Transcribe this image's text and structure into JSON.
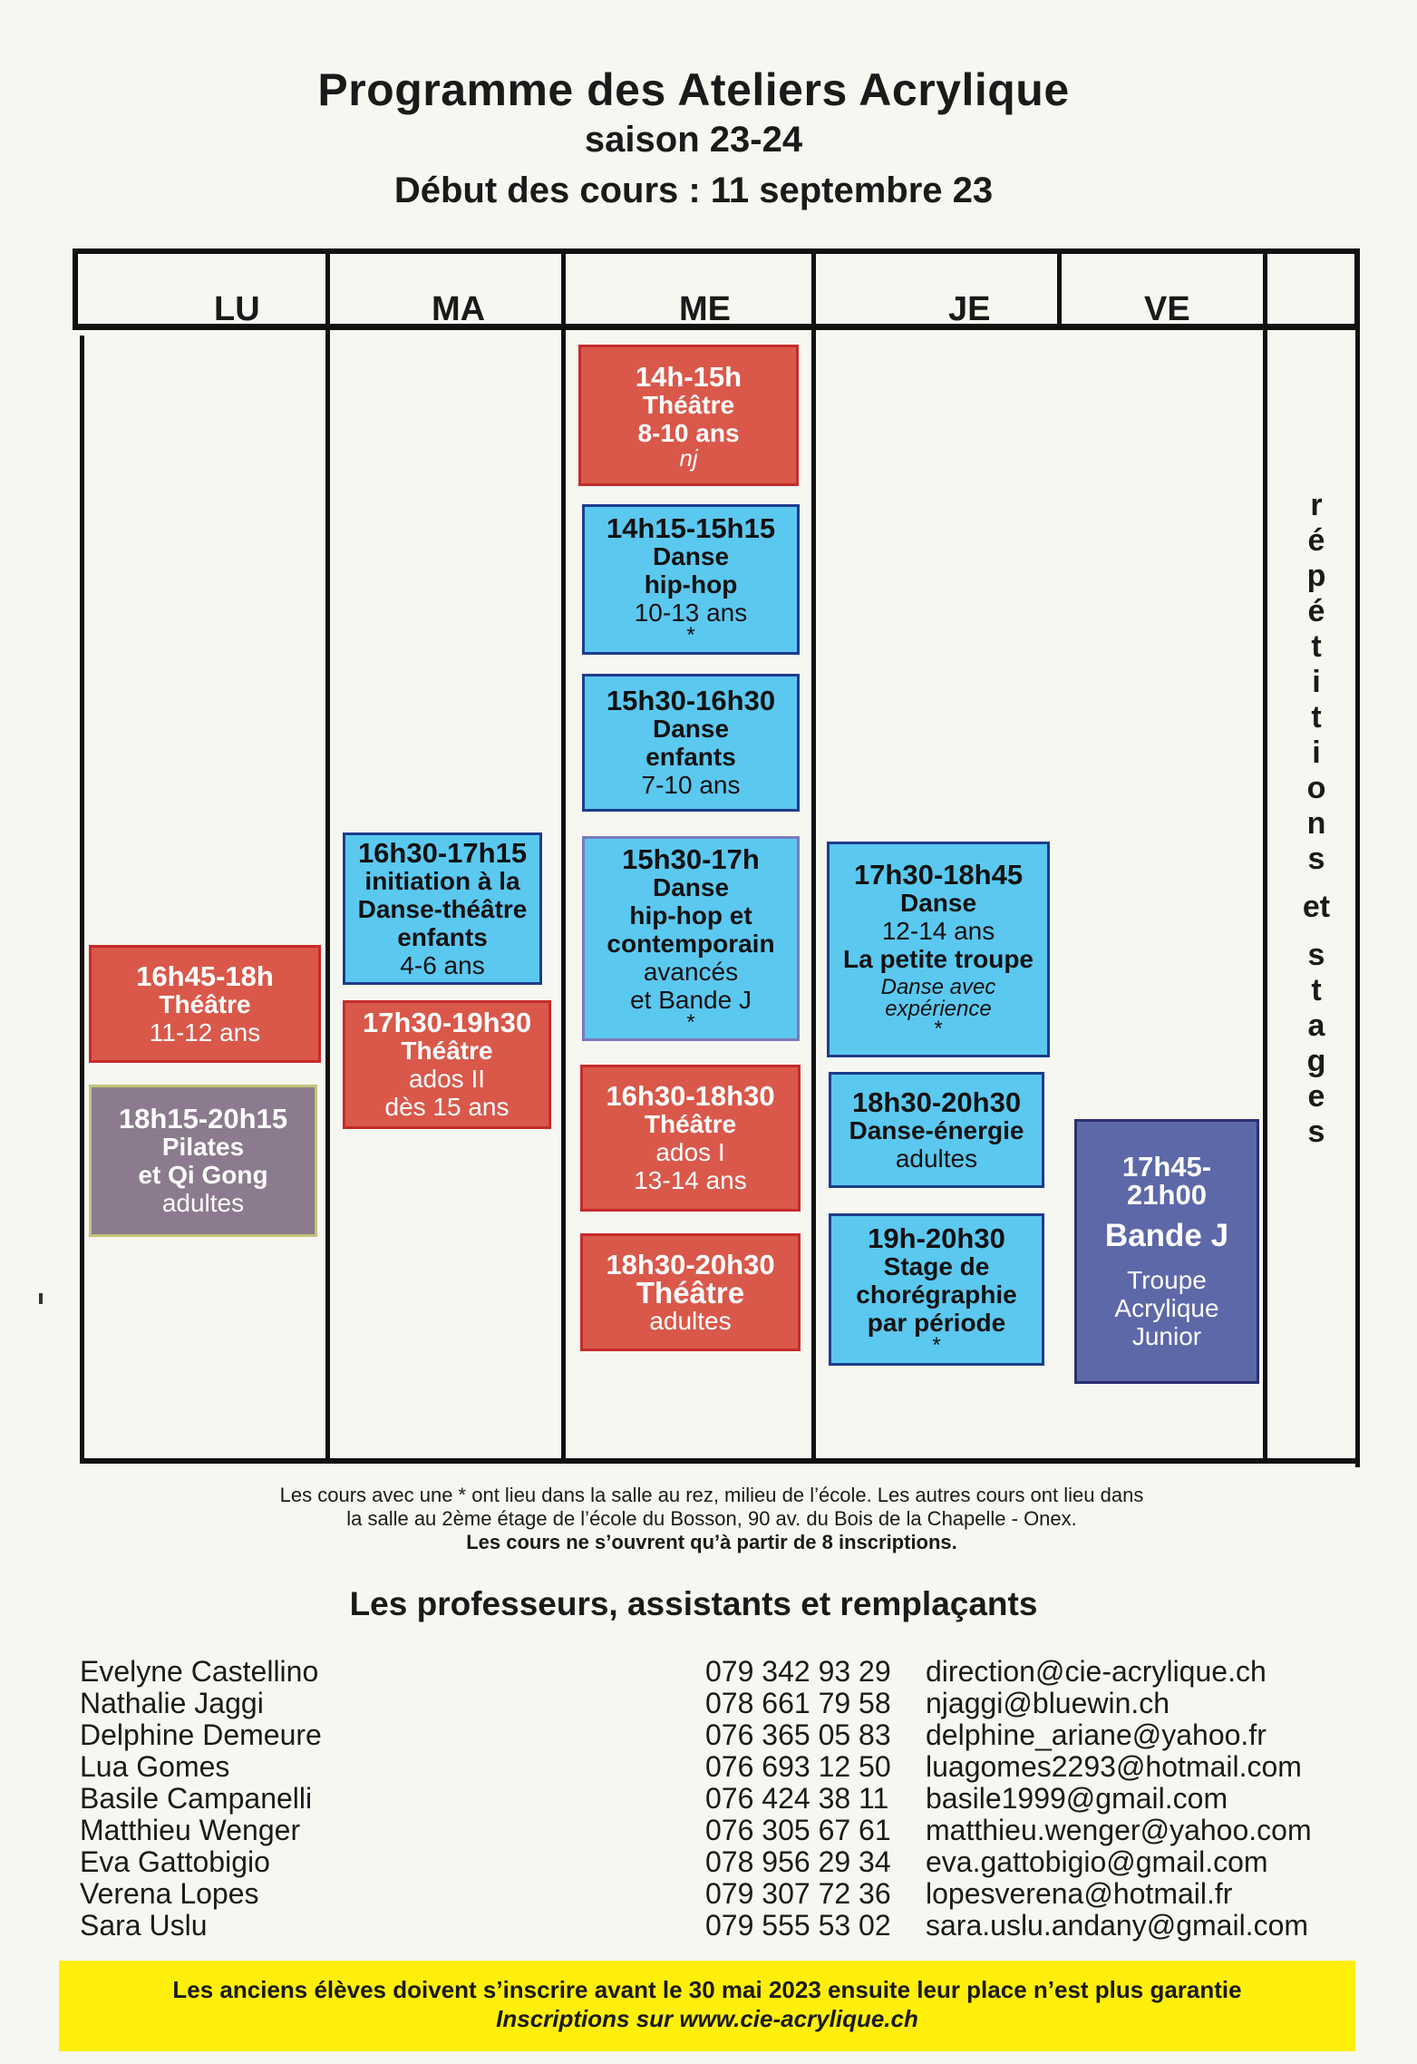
{
  "header": {
    "title": "Programme des Ateliers Acrylique",
    "subtitle": "saison 23-24",
    "start": "Début des cours : 11 septembre 23"
  },
  "days": [
    "LU",
    "MA",
    "ME",
    "JE",
    "VE"
  ],
  "side_text": [
    "r",
    "é",
    "p",
    "é",
    "t",
    "i",
    "t",
    "i",
    "o",
    "n",
    "s",
    "et",
    "s",
    "t",
    "a",
    "g",
    "e",
    "s"
  ],
  "courses": {
    "lu1": {
      "time": "16h45-18h",
      "name": "Théâtre",
      "age": "11-12 ans"
    },
    "lu2": {
      "time": "18h15-20h15",
      "name": "Pilates",
      "name2": "et Qi Gong",
      "age": "adultes"
    },
    "ma1": {
      "time": "16h30-17h15",
      "name": "initiation à la",
      "name2": "Danse-théâtre",
      "name3": "enfants",
      "age": "4-6 ans"
    },
    "ma2": {
      "time": "17h30-19h30",
      "name": "Théâtre",
      "age": "ados II",
      "age2": "dès 15 ans"
    },
    "me1": {
      "time": "14h-15h",
      "name": "Théâtre",
      "age": "8-10 ans",
      "note": "nj"
    },
    "me2": {
      "time": "14h15-15h15",
      "name": "Danse",
      "name2": "hip-hop",
      "age": "10-13 ans",
      "star": "*"
    },
    "me3": {
      "time": "15h30-16h30",
      "name": "Danse",
      "name2": "enfants",
      "age": "7-10 ans"
    },
    "me4": {
      "time": "15h30-17h",
      "name": "Danse",
      "name2": "hip-hop et",
      "name3": "contemporain",
      "age": "avancés",
      "age2": "et Bande J",
      "star": "*"
    },
    "me5": {
      "time": "16h30-18h30",
      "name": "Théâtre",
      "age": "ados I",
      "age2": "13-14 ans"
    },
    "me6": {
      "time": "18h30-20h30",
      "name": "Théâtre",
      "age": "adultes"
    },
    "je1": {
      "time": "17h30-18h45",
      "name": "Danse",
      "age": "12-14 ans",
      "name2": "La petite troupe",
      "note": "Danse avec",
      "note2": "expérience",
      "star": "*"
    },
    "je2": {
      "time": "18h30-20h30",
      "name": "Danse-énergie",
      "age": "adultes"
    },
    "je3": {
      "time": "19h-20h30",
      "name": "Stage de",
      "name2": "chorégraphie",
      "name3": "par période",
      "star": "*"
    },
    "ve1": {
      "time": "17h45-",
      "time2": "21h00",
      "name": "Bande J",
      "age": "Troupe",
      "age2": "Acrylique",
      "age3": "Junior"
    }
  },
  "notes": {
    "line1": "Les cours avec une * ont lieu dans la salle au rez, milieu de l’école. Les autres cours ont lieu dans",
    "line2": "la salle au 2ème étage de l’école du Bosson, 90 av. du Bois de la Chapelle - Onex.",
    "line3": "Les cours ne s’ouvrent qu’à partir de 8 inscriptions."
  },
  "teachers_title": "Les professeurs, assistants et remplaçants",
  "teachers": [
    {
      "name": "Evelyne Castellino",
      "phone": "079 342 93 29",
      "email": "direction@cie-acrylique.ch"
    },
    {
      "name": "Nathalie Jaggi",
      "phone": "078 661 79 58",
      "email": "njaggi@bluewin.ch"
    },
    {
      "name": "Delphine Demeure",
      "phone": "076 365 05 83",
      "email": "delphine_ariane@yahoo.fr"
    },
    {
      "name": "Lua Gomes",
      "phone": "076 693 12 50",
      "email": "luagomes2293@hotmail.com"
    },
    {
      "name": "Basile Campanelli",
      "phone": "076 424 38 11",
      "email": "basile1999@gmail.com"
    },
    {
      "name": "Matthieu Wenger",
      "phone": "076 305 67 61",
      "email": "matthieu.wenger@yahoo.com"
    },
    {
      "name": "Eva Gattobigio",
      "phone": "078 956 29 34",
      "email": "eva.gattobigio@gmail.com"
    },
    {
      "name": "Verena Lopes",
      "phone": "079 307 72 36",
      "email": "lopesverena@hotmail.fr"
    },
    {
      "name": "Sara Uslu",
      "phone": "079 555 53 02",
      "email": "sara.uslu.andany@gmail.com"
    }
  ],
  "banner": {
    "line1": "Les anciens élèves doivent s’inscrire avant le 30 mai 2023 ensuite leur place n’est plus garantie",
    "line2": "Inscriptions sur www.cie-acrylique.ch"
  }
}
